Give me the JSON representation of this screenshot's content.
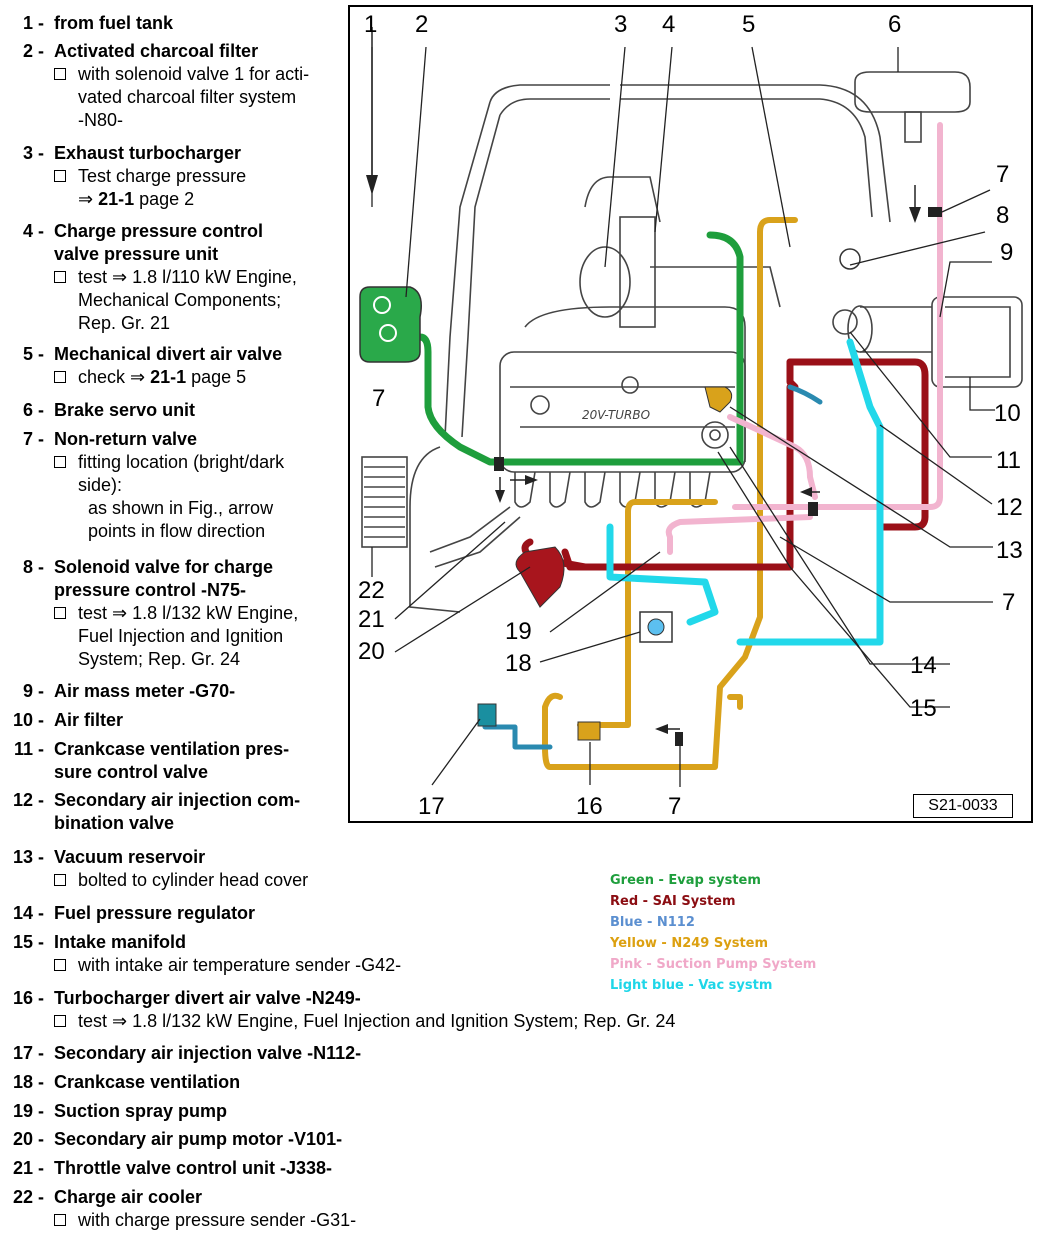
{
  "legend": [
    {
      "num": "1 -",
      "title": "from fuel tank",
      "subs": []
    },
    {
      "num": "2 -",
      "title": "Activated charcoal filter",
      "subs": [
        {
          "text": "with solenoid valve 1 for acti-\nvated charcoal filter system\n-N80-"
        }
      ]
    },
    {
      "num": "3 -",
      "title": "Exhaust turbocharger",
      "subs": [
        {
          "text": "Test charge pressure\n⇒ ",
          "ref": "21-1",
          "after": " page 2"
        }
      ]
    },
    {
      "num": "4 -",
      "title": "Charge pressure control\nvalve pressure unit",
      "subs": [
        {
          "text": "test ⇒ 1.8 l/110 kW Engine,\nMechanical Components;\nRep. Gr. 21"
        }
      ]
    },
    {
      "num": "5 -",
      "title": "Mechanical divert air valve",
      "subs": [
        {
          "text": "check ⇒ ",
          "ref": "21-1",
          "after": " page 5"
        }
      ]
    },
    {
      "num": "6 -",
      "title": "Brake servo unit",
      "subs": []
    },
    {
      "num": "7 -",
      "title": "Non-return valve",
      "subs": [
        {
          "text": "fitting location (bright/dark\nside):"
        }
      ],
      "note": "as shown in Fig., arrow\npoints in flow direction"
    },
    {
      "num": "8 -",
      "title": "Solenoid valve for charge\npressure control -N75-",
      "subs": [
        {
          "text": "test ⇒ 1.8 l/132 kW Engine,\nFuel Injection and Ignition\nSystem; Rep. Gr. 24"
        }
      ]
    },
    {
      "num": "9 -",
      "title": "Air mass meter -G70-",
      "subs": []
    },
    {
      "num": "10 -",
      "title": "Air filter",
      "subs": []
    },
    {
      "num": "11 -",
      "title": "Crankcase ventilation pres-\nsure control valve",
      "subs": []
    },
    {
      "num": "12 -",
      "title": "Secondary air injection com-\nbination valve",
      "subs": []
    },
    {
      "num": "13 -",
      "title": "Vacuum reservoir",
      "subs": [
        {
          "text": "bolted to cylinder head cover"
        }
      ]
    },
    {
      "num": "14 -",
      "title": "Fuel pressure regulator",
      "subs": []
    },
    {
      "num": "15 -",
      "title": "Intake manifold",
      "subs": [
        {
          "text": "with intake air temperature sender -G42-"
        }
      ]
    },
    {
      "num": "16 -",
      "title": "Turbocharger divert air valve -N249-",
      "subs": [
        {
          "text": "test ⇒ 1.8 l/132 kW Engine, Fuel Injection and Ignition System; Rep. Gr. 24"
        }
      ]
    },
    {
      "num": "17 -",
      "title": "Secondary air injection valve -N112-",
      "subs": []
    },
    {
      "num": "18 -",
      "title": "Crankcase ventilation",
      "subs": []
    },
    {
      "num": "19 -",
      "title": "Suction spray pump",
      "subs": []
    },
    {
      "num": "20 -",
      "title": "Secondary air pump motor -V101-",
      "subs": []
    },
    {
      "num": "21 -",
      "title": "Throttle valve control unit -J338-",
      "subs": []
    },
    {
      "num": "22 -",
      "title": "Charge air cooler",
      "subs": [
        {
          "text": "with charge pressure sender -G31-"
        }
      ]
    }
  ],
  "callouts": [
    "1",
    "2",
    "3",
    "4",
    "5",
    "6",
    "7",
    "8",
    "9",
    "10",
    "11",
    "12",
    "13",
    "7",
    "14",
    "15",
    "16",
    "7",
    "17",
    "18",
    "19",
    "20",
    "21",
    "22",
    "7"
  ],
  "ref_code": "S21-0033",
  "color_key": [
    {
      "label": "Green - Evap system",
      "color": "#1e9e3c"
    },
    {
      "label": "Red - SAI System",
      "color": "#8b0d12"
    },
    {
      "label": "Blue - N112",
      "color": "#5b8fd0"
    },
    {
      "label": "Yellow - N249 System",
      "color": "#dca010"
    },
    {
      "label": "Pink - Suction Pump System",
      "color": "#f0a8c8"
    },
    {
      "label": "Light blue - Vac systm",
      "color": "#1ed6e8"
    }
  ],
  "hose_colors": {
    "green": "#1e9e3c",
    "red": "#9a1018",
    "blue": "#2a8ab0",
    "yellow": "#d9a21b",
    "pink": "#f2b4cf",
    "lightblue": "#22d8ea"
  }
}
